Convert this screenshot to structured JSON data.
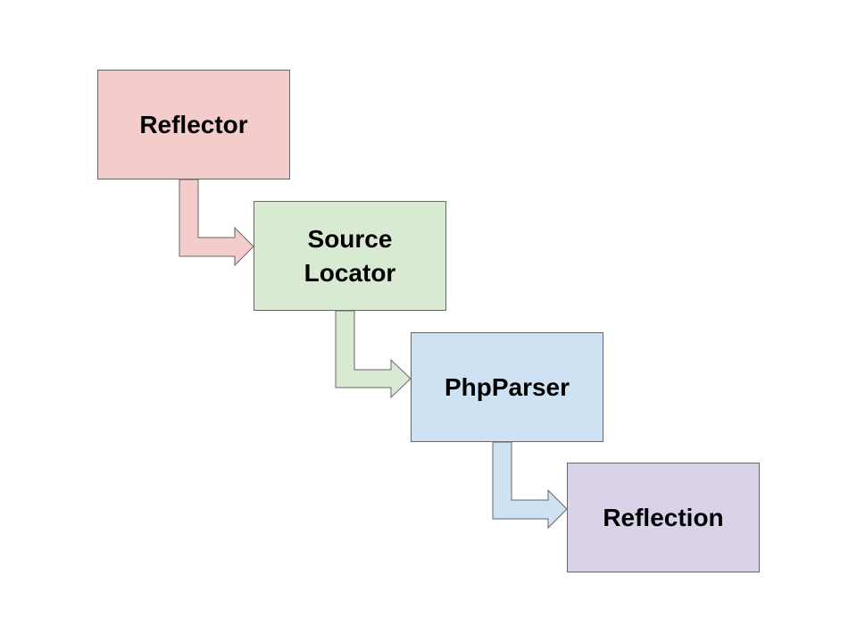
{
  "diagram": {
    "boxes": [
      {
        "id": "reflector",
        "label": "Reflector",
        "color": "#f4cccc"
      },
      {
        "id": "source",
        "label": "Source\nLocator",
        "color": "#d9ead3"
      },
      {
        "id": "phpparser",
        "label": "PhpParser",
        "color": "#cfe2f3"
      },
      {
        "id": "reflection",
        "label": "Reflection",
        "color": "#d9d2e9"
      }
    ],
    "arrows": [
      {
        "from": "reflector",
        "to": "source",
        "color": "#f4cccc"
      },
      {
        "from": "source",
        "to": "phpparser",
        "color": "#d9ead3"
      },
      {
        "from": "phpparser",
        "to": "reflection",
        "color": "#cfe2f3"
      }
    ],
    "border_color": "#666666"
  }
}
